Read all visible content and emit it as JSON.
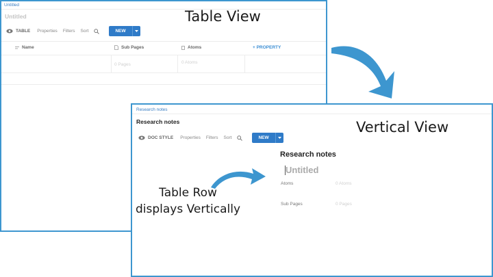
{
  "table_view": {
    "breadcrumb": "Untitled",
    "title": "Untitled",
    "toolbar": {
      "view_icon": "eye-icon",
      "view_label": "TABLE",
      "properties": "Properties",
      "filters": "Filters",
      "sort": "Sort",
      "search_icon": "search-icon",
      "new_label": "NEW",
      "new_dropdown_icon": "caret-down-icon"
    },
    "columns": [
      {
        "label": "Name",
        "icon": "text-lines-icon"
      },
      {
        "label": "Sub Pages",
        "icon": "document-icon"
      },
      {
        "label": "Atoms",
        "icon": "bookmark-icon"
      }
    ],
    "add_property": "+ PROPERTY",
    "rows": [
      {
        "name": "",
        "sub_pages": "0 Pages",
        "atoms": "0 Atoms"
      }
    ]
  },
  "vertical_view": {
    "breadcrumb": "Research notes",
    "title": "Research notes",
    "toolbar": {
      "view_icon": "eye-icon",
      "view_label": "DOC STYLE",
      "properties": "Properties",
      "filters": "Filters",
      "sort": "Sort",
      "search_icon": "search-icon",
      "new_label": "NEW",
      "new_dropdown_icon": "caret-down-icon"
    },
    "doc": {
      "heading": "Research notes",
      "row_title": "Untitled",
      "fields": [
        {
          "label": "Atoms",
          "value": "0 Atoms"
        },
        {
          "label": "Sub Pages",
          "value": "0 Pages"
        }
      ]
    }
  },
  "callouts": {
    "table_view": "Table View",
    "vertical_view": "Vertical View",
    "row_line1": "Table Row",
    "row_line2": "displays Vertically"
  },
  "colors": {
    "accent": "#3d96cf",
    "button": "#2f7bc8",
    "link": "#3a7ec2"
  }
}
